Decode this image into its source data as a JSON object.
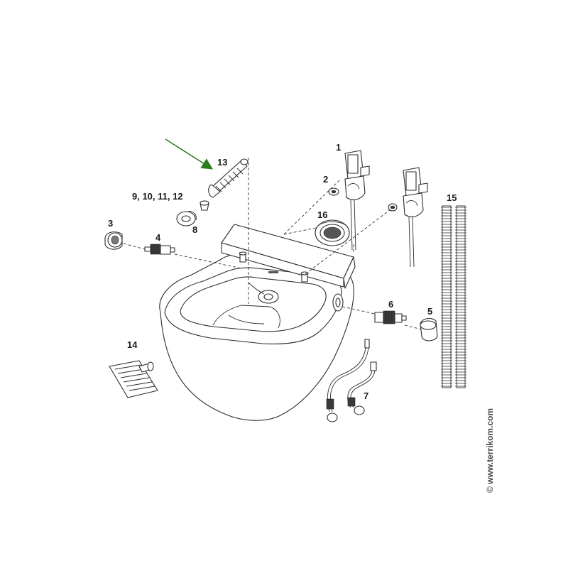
{
  "colors": {
    "line": "#2b2b2b",
    "arrow": "#2e7d1f",
    "label": "#1a1a1a",
    "watermark": "#444444",
    "background": "#ffffff"
  },
  "parts": {
    "p1": "1",
    "p2": "2",
    "p3": "3",
    "p4": "4",
    "p5": "5",
    "p6": "6",
    "p7": "7",
    "p8": "8",
    "p9_12": "9, 10, 11, 12",
    "p13": "13",
    "p14": "14",
    "p15": "15",
    "p16": "16"
  },
  "watermark": "© www.terrikom.com",
  "highlight": {
    "icon": "green-arrow-icon",
    "target_part": "13"
  }
}
